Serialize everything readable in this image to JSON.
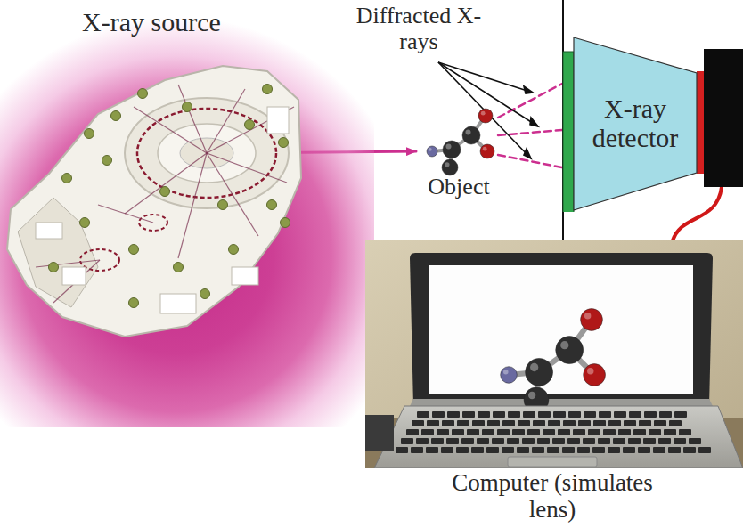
{
  "diagram": {
    "nodes": [
      {
        "text": [
          "X-ray source"
        ]
      },
      {
        "text": [
          "Object"
        ]
      },
      {
        "text": [
          "X-ray detector"
        ]
      },
      {
        "text": [
          "Computer (simulates lens)"
        ]
      }
    ],
    "edges": [
      {
        "from": 0,
        "to": 1,
        "arrow": "to"
      },
      {
        "from": 1,
        "to": 2,
        "arrow": "none"
      },
      {
        "from": 2,
        "to": 3,
        "arrow": "none"
      }
    ],
    "labels": [
      "Diffracted X-rays"
    ]
  }
}
